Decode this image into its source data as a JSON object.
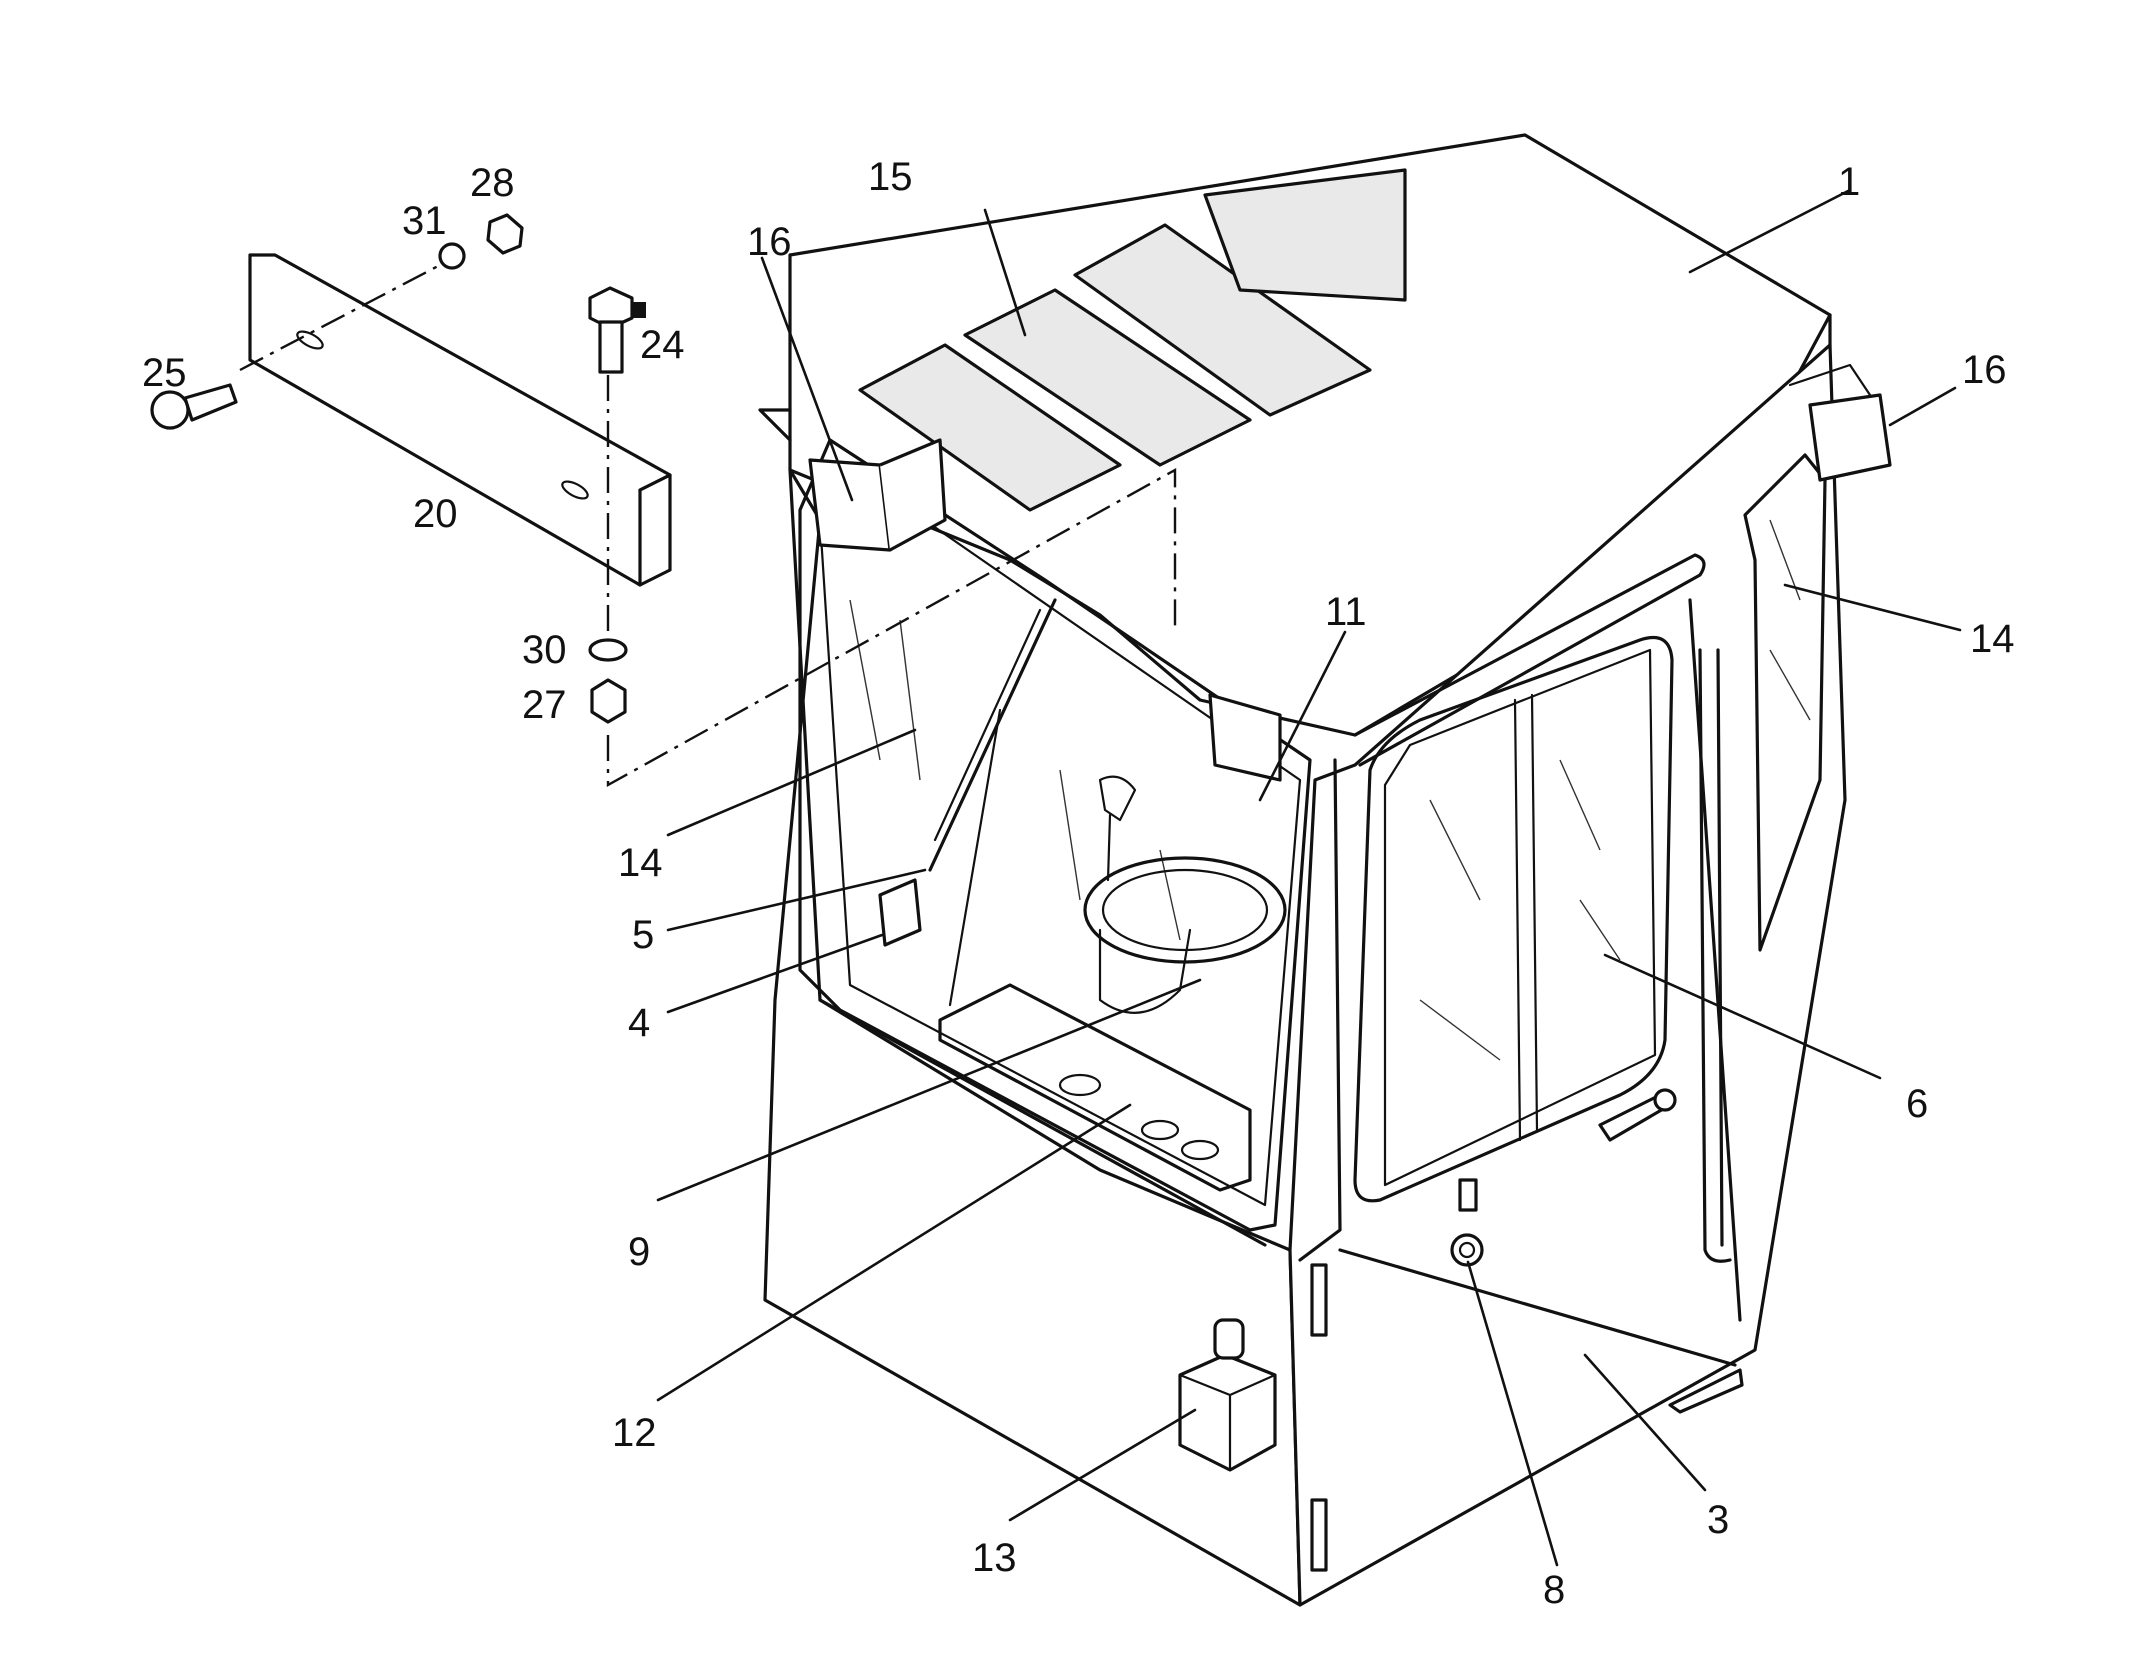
{
  "diagram": {
    "callouts": [
      {
        "id": "c1",
        "label": "1"
      },
      {
        "id": "c3",
        "label": "3"
      },
      {
        "id": "c4",
        "label": "4"
      },
      {
        "id": "c5",
        "label": "5"
      },
      {
        "id": "c6",
        "label": "6"
      },
      {
        "id": "c8",
        "label": "8"
      },
      {
        "id": "c9",
        "label": "9"
      },
      {
        "id": "c11",
        "label": "11"
      },
      {
        "id": "c12",
        "label": "12"
      },
      {
        "id": "c13",
        "label": "13"
      },
      {
        "id": "c14a",
        "label": "14"
      },
      {
        "id": "c14b",
        "label": "14"
      },
      {
        "id": "c15",
        "label": "15"
      },
      {
        "id": "c16a",
        "label": "16"
      },
      {
        "id": "c16b",
        "label": "16"
      },
      {
        "id": "c20",
        "label": "20"
      },
      {
        "id": "c24",
        "label": "24"
      },
      {
        "id": "c25",
        "label": "25"
      },
      {
        "id": "c27",
        "label": "27"
      },
      {
        "id": "c28",
        "label": "28"
      },
      {
        "id": "c30",
        "label": "30"
      },
      {
        "id": "c31",
        "label": "31"
      }
    ]
  }
}
